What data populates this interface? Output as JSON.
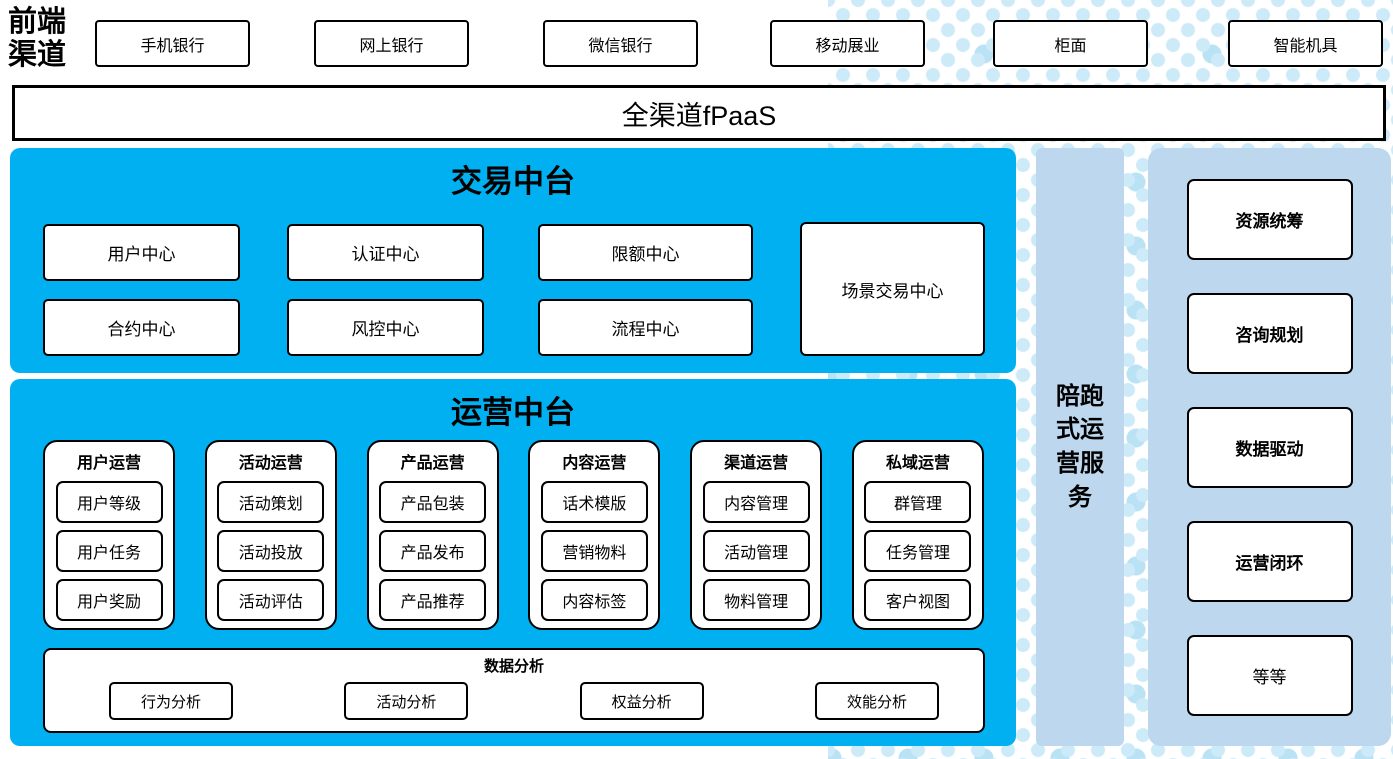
{
  "colors": {
    "bright_blue": "#00b0f0",
    "panel_blue": "#bdd7ee",
    "dot_blue": "#cdeaf8",
    "border_black": "#000000"
  },
  "front_channels": {
    "label": "前端渠道",
    "items": [
      "手机银行",
      "网上银行",
      "微信银行",
      "移动展业",
      "柜面",
      "智能机具"
    ]
  },
  "fpaas": {
    "label": "全渠道fPaaS"
  },
  "transaction": {
    "title": "交易中台",
    "row1": [
      "用户中心",
      "认证中心",
      "限额中心"
    ],
    "row2": [
      "合约中心",
      "风控中心",
      "流程中心"
    ],
    "tall_box": "场景交易中心"
  },
  "operations": {
    "title": "运营中台",
    "columns": [
      {
        "title": "用户运营",
        "items": [
          "用户等级",
          "用户任务",
          "用户奖励"
        ]
      },
      {
        "title": "活动运营",
        "items": [
          "活动策划",
          "活动投放",
          "活动评估"
        ]
      },
      {
        "title": "产品运营",
        "items": [
          "产品包装",
          "产品发布",
          "产品推荐"
        ]
      },
      {
        "title": "内容运营",
        "items": [
          "话术模版",
          "营销物料",
          "内容标签"
        ]
      },
      {
        "title": "渠道运营",
        "items": [
          "内容管理",
          "活动管理",
          "物料管理"
        ]
      },
      {
        "title": "私域运营",
        "items": [
          "群管理",
          "任务管理",
          "客户视图"
        ]
      }
    ],
    "data_analysis": {
      "title": "数据分析",
      "items": [
        "行为分析",
        "活动分析",
        "权益分析",
        "效能分析"
      ]
    }
  },
  "companion": {
    "label": "陪跑式运营服务"
  },
  "right_panel": {
    "items": [
      "资源统筹",
      "咨询规划",
      "数据驱动",
      "运营闭环",
      "等等"
    ]
  }
}
